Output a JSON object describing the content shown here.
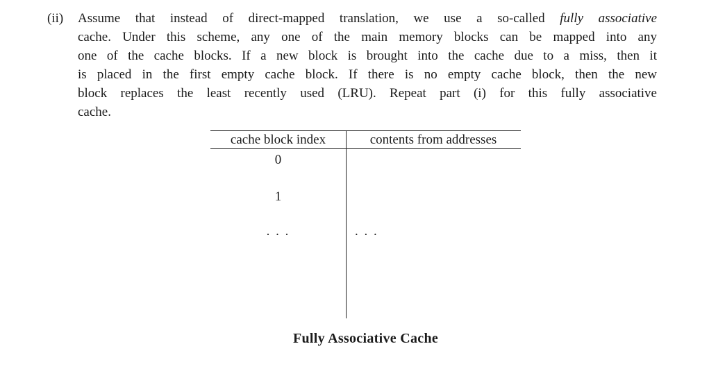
{
  "page": {
    "background": "#ffffff",
    "text_color": "#1b1b1b"
  },
  "paragraph": {
    "label": "(ii)",
    "line1_text": "Assume that instead of direct-mapped translation, we use a so-called",
    "line1_italic": "fully associative",
    "lines": [
      "cache. Under this scheme, any one of the main memory blocks can be mapped into any",
      "one of the cache blocks. If a new block is brought into the cache due to a miss, then it",
      "is placed in the first empty cache block. If there is no empty cache block, then the new",
      "block replaces the least recently used (LRU). Repeat part (i) for this fully associative",
      "cache."
    ]
  },
  "table": {
    "columns": [
      "cache block index",
      "contents from addresses"
    ],
    "rows": [
      {
        "index": "0",
        "contents": ""
      },
      {
        "index": "1",
        "contents": ""
      },
      {
        "index": ". . .",
        "contents": ". . ."
      }
    ],
    "caption": "Fully Associative Cache"
  }
}
